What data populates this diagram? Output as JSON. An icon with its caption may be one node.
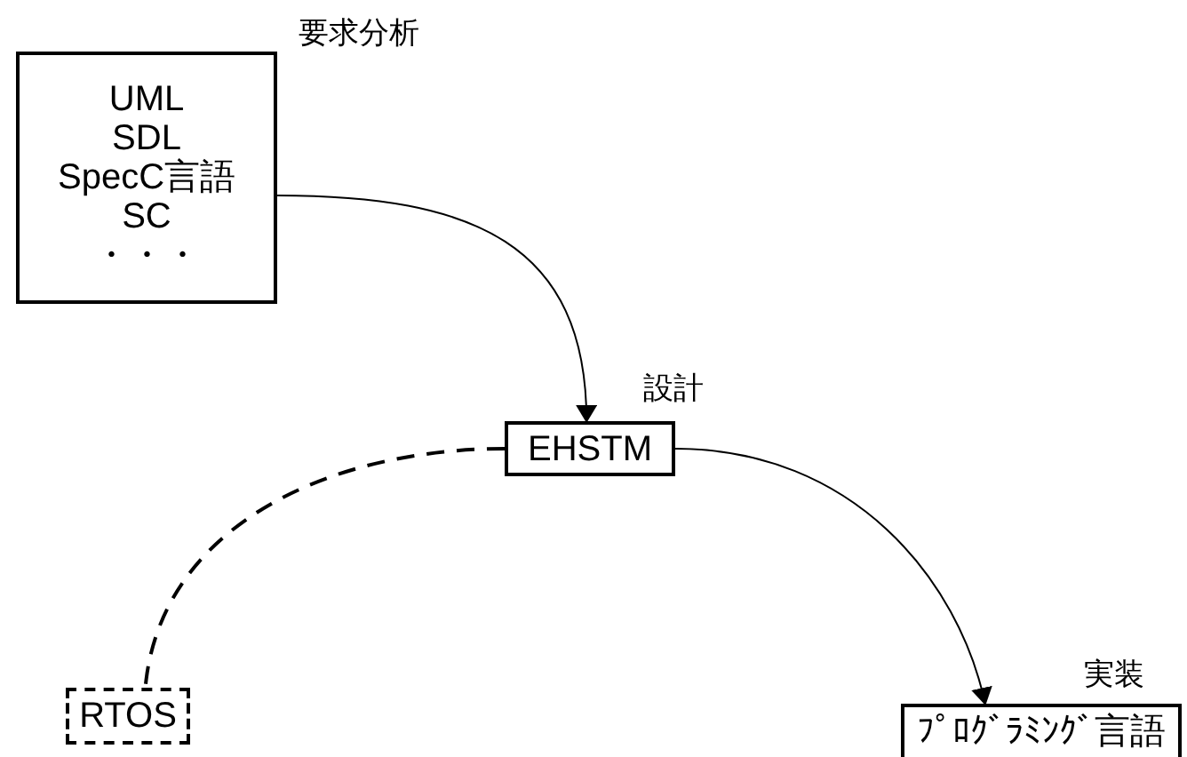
{
  "diagram": {
    "nodes": [
      {
        "text": [
          "要求分析",
          "UML",
          "SDL",
          "SpecC言語",
          "SC",
          "・・・"
        ]
      },
      {
        "text": [
          "設計",
          "EHSTM"
        ]
      },
      {
        "text": [
          "実装",
          "ﾌﾟﾛｸﾞﾗﾐﾝｸﾞ言語"
        ]
      },
      {
        "text": [
          "RTOS"
        ]
      }
    ],
    "edges": [
      {
        "from": 0,
        "to": 1,
        "arrow": "to"
      },
      {
        "from": 1,
        "to": 2,
        "arrow": "to"
      },
      {
        "from": 1,
        "to": 3,
        "arrow": "none",
        "style": "dashed"
      }
    ]
  }
}
